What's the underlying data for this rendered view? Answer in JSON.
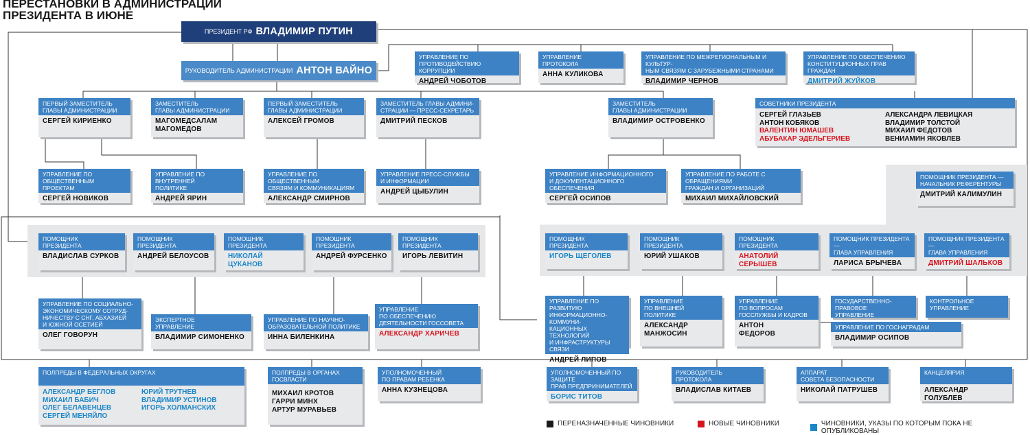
{
  "title": [
    "ПЕРЕСТАНОВКИ В АДМИНИСТРАЦИИ",
    "ПРЕЗИДЕНТА В ИЮНЕ"
  ],
  "colors": {
    "header": "#3d82c4",
    "president": "#1f3f7a",
    "head": "#4a8ac8",
    "black": "#1a1a1a",
    "red": "#d7141e",
    "blue": "#1b87c9"
  },
  "president": {
    "role": "ПРЕЗИДЕНТ РФ",
    "name": "ВЛАДИМИР ПУТИН"
  },
  "head": {
    "role": "РУКОВОДИТЕЛЬ АДМИНИСТРАЦИИ",
    "name": "АНТОН ВАЙНО"
  },
  "top_departments": [
    {
      "header": [
        "УПРАВЛЕНИЕ ПО ПРОТИВОДЕЙСТВИЮ",
        "КОРРУПЦИИ"
      ],
      "name": [
        "АНДРЕЙ ЧОБОТОВ"
      ]
    },
    {
      "header": [
        "УПРАВЛЕНИЕ",
        "ПРОТОКОЛА"
      ],
      "name": [
        "АННА КУЛИКОВА"
      ]
    },
    {
      "header": [
        "УПРАВЛЕНИЕ ПО МЕЖРЕГИОНАЛЬНЫМ И КУЛЬТУР-",
        "НЫМ СВЯЗЯМ С ЗАРУБЕЖНЫМИ СТРАНАМИ"
      ],
      "name": [
        "ВЛАДИМИР ЧЕРНОВ"
      ]
    },
    {
      "header": [
        "УПРАВЛЕНИЕ ПО ОБЕСПЕЧЕНИЮ",
        "КОНСТИТУЦИОННЫХ ПРАВ ГРАЖДАН"
      ],
      "name": [
        "ДМИТРИЙ ЖУЙКОВ"
      ],
      "status": "blue"
    }
  ],
  "deputies": [
    {
      "header": [
        "ПЕРВЫЙ ЗАМЕСТИТЕЛЬ",
        "ГЛАВЫ АДМИНИСТРАЦИИ"
      ],
      "name": [
        "СЕРГЕЙ КИРИЕНКО"
      ]
    },
    {
      "header": [
        "ЗАМЕСТИТЕЛЬ",
        "ГЛАВЫ АДМИНИСТРАЦИИ"
      ],
      "name": [
        "МАГОМЕДСАЛАМ",
        "МАГОМЕДОВ"
      ]
    },
    {
      "header": [
        "ПЕРВЫЙ ЗАМЕСТИТЕЛЬ",
        "ГЛАВЫ АДМИНИСТРАЦИИ"
      ],
      "name": [
        "АЛЕКСЕЙ ГРОМОВ"
      ]
    },
    {
      "header": [
        "ЗАМЕСТИТЕЛЬ ГЛАВЫ АДМИНИ-",
        "СТРАЦИИ — ПРЕСС-СЕКРЕТАРЬ"
      ],
      "name": [
        "ДМИТРИЙ ПЕСКОВ"
      ]
    },
    {
      "header": [
        "ЗАМЕСТИТЕЛЬ",
        "ГЛАВЫ АДМИНИСТРАЦИИ"
      ],
      "name": [
        "ВЛАДИМИР ОСТРОВЕНКО"
      ]
    }
  ],
  "advisors": {
    "header": "СОВЕТНИКИ ПРЕЗИДЕНТА",
    "left": [
      {
        "text": "СЕРГЕЙ ГЛАЗЬЕВ",
        "status": ""
      },
      {
        "text": "АНТОН КОБЯКОВ",
        "status": ""
      },
      {
        "text": "ВАЛЕНТИН ЮМАШЕВ",
        "status": "red"
      },
      {
        "text": "АБУБАКАР ЭДЕЛЬГЕРИЕВ",
        "status": "red"
      }
    ],
    "right": [
      {
        "text": "АЛЕКСАНДРА ЛЕВИЦКАЯ",
        "status": ""
      },
      {
        "text": "ВЛАДИМИР ТОЛСТОЙ",
        "status": ""
      },
      {
        "text": "МИХАИЛ ФЕДОТОВ",
        "status": ""
      },
      {
        "text": "ВЕНИАМИН ЯКОВЛЕВ",
        "status": ""
      }
    ]
  },
  "deputy_departments": [
    {
      "header": [
        "УПРАВЛЕНИЕ ПО ОБЩЕСТВЕННЫМ",
        "ПРОЕКТАМ"
      ],
      "name": [
        "СЕРГЕЙ НОВИКОВ"
      ]
    },
    {
      "header": [
        "УПРАВЛЕНИЕ ПО ВНУТРЕННЕЙ",
        "ПОЛИТИКЕ"
      ],
      "name": [
        "АНДРЕЙ ЯРИН"
      ]
    },
    {
      "header": [
        "УПРАВЛЕНИЕ ПО ОБЩЕСТВЕННЫМ",
        "СВЯЗЯМ И КОММУНИКАЦИЯМ"
      ],
      "name": [
        "АЛЕКСАНДР СМИРНОВ"
      ]
    },
    {
      "header": [
        "УПРАВЛЕНИЕ ПРЕСС-СЛУЖБЫ",
        "И ИНФОРМАЦИИ"
      ],
      "name": [
        "АНДРЕЙ ЦЫБУЛИН"
      ]
    },
    {
      "header": [
        "УПРАВЛЕНИЕ ИНФОРМАЦИОННОГО",
        "И ДОКУМЕНТАЦИОННОГО ОБЕСПЕЧЕНИЯ"
      ],
      "name": [
        "СЕРГЕЙ ОСИПОВ"
      ]
    },
    {
      "header": [
        "УПРАВЛЕНИЕ ПО РАБОТЕ С ОБРАЩЕНИЯМИ",
        "ГРАЖДАН И ОРГАНИЗАЦИЙ"
      ],
      "name": [
        "МИХАИЛ МИХАЙЛОВСКИЙ"
      ]
    }
  ],
  "referentura": {
    "header": [
      "ПОМОЩНИК ПРЕЗИДЕНТА —",
      "НАЧАЛЬНИК РЕФЕРЕНТУРЫ"
    ],
    "name": [
      "ДМИТРИЙ КАЛИМУЛИН"
    ]
  },
  "aides_left": [
    {
      "header": [
        "ПОМОЩНИК",
        "ПРЕЗИДЕНТА"
      ],
      "name": [
        "ВЛАДИСЛАВ СУРКОВ"
      ]
    },
    {
      "header": [
        "ПОМОЩНИК",
        "ПРЕЗИДЕНТА"
      ],
      "name": [
        "АНДРЕЙ БЕЛОУСОВ"
      ]
    },
    {
      "header": [
        "ПОМОЩНИК",
        "ПРЕЗИДЕНТА"
      ],
      "name": [
        "НИКОЛАЙ ЦУКАНОВ"
      ],
      "status": "blue"
    },
    {
      "header": [
        "ПОМОЩНИК",
        "ПРЕЗИДЕНТА"
      ],
      "name": [
        "АНДРЕЙ ФУРСЕНКО"
      ]
    },
    {
      "header": [
        "ПОМОЩНИК",
        "ПРЕЗИДЕНТА"
      ],
      "name": [
        "ИГОРЬ ЛЕВИТИН"
      ]
    }
  ],
  "aides_right": [
    {
      "header": [
        "ПОМОЩНИК",
        "ПРЕЗИДЕНТА"
      ],
      "name": [
        "ИГОРЬ ЩЕГОЛЕВ"
      ],
      "status": "blue"
    },
    {
      "header": [
        "ПОМОЩНИК",
        "ПРЕЗИДЕНТА"
      ],
      "name": [
        "ЮРИЙ УШАКОВ"
      ]
    },
    {
      "header": [
        "ПОМОЩНИК",
        "ПРЕЗИДЕНТА"
      ],
      "name": [
        "АНАТОЛИЙ СЕРЫШЕВ"
      ],
      "status": "red"
    },
    {
      "header": [
        "ПОМОЩНИК ПРЕЗИДЕНТА —",
        "ГЛАВА УПРАВЛЕНИЯ"
      ],
      "name": [
        "ЛАРИСА БРЫЧЕВА"
      ]
    },
    {
      "header": [
        "ПОМОЩНИК ПРЕЗИДЕНТА —",
        "ГЛАВА УПРАВЛЕНИЯ"
      ],
      "name": [
        "ДМИТРИЙ ШАЛЬКОВ"
      ],
      "status": "red"
    }
  ],
  "aide_departments": [
    {
      "header": [
        "УПРАВЛЕНИЕ ПО СОЦИАЛЬНО-",
        "ЭКОНОМИЧЕСКОМУ СОТРУД-",
        "НИЧЕСТВУ С СНГ, АБХАЗИЕЙ",
        "И ЮЖНОЙ ОСЕТИЕЙ"
      ],
      "name": [
        "ОЛЕГ ГОВОРУН"
      ]
    },
    {
      "header": [
        "ЭКСПЕРТНОЕ",
        "УПРАВЛЕНИЕ"
      ],
      "name": [
        "ВЛАДИМИР СИМОНЕНКО"
      ]
    },
    {
      "header": [
        "УПРАВЛЕНИЕ ПО НАУЧНО-",
        "ОБРАЗОВАТЕЛЬНОЙ ПОЛИТИКЕ"
      ],
      "name": [
        "ИННА БИЛЕНКИНА"
      ]
    },
    {
      "header": [
        "УПРАВЛЕНИЕ",
        "ПО ОБЕСПЕЧЕНИЮ",
        "ДЕЯТЕЛЬНОСТИ ГОССОВЕТА"
      ],
      "name": [
        "АЛЕКСАНДР ХАРИЧЕВ"
      ],
      "status": "red"
    },
    {
      "header": [
        "УПРАВЛЕНИЕ ПО РАЗВИТИЮ",
        "ИНФОРМАЦИОННО-КОММУНИ-",
        "КАЦИОННЫХ ТЕХНОЛОГИЙ",
        "И ИНФРАСТРУКТУРЫ СВЯЗИ"
      ],
      "name": [
        "АНДРЕЙ ЛИПОВ"
      ]
    },
    {
      "header": [
        "УПРАВЛЕНИЕ",
        "ПО ВНЕШНЕЙ",
        "ПОЛИТИКЕ"
      ],
      "name": [
        "АЛЕКСАНДР",
        "МАНЖОСИН"
      ]
    },
    {
      "header": [
        "УПРАВЛЕНИЕ",
        "ПО ВОПРОСАМ",
        "ГОССЛУЖБЫ И КАДРОВ"
      ],
      "name": [
        "АНТОН",
        "ФЕДОРОВ"
      ]
    },
    {
      "header": [
        "ГОСУДАРСТВЕННО-ПРАВОВОЕ",
        "УПРАВЛЕНИЕ"
      ],
      "name": []
    },
    {
      "header": [
        "КОНТРОЛЬНОЕ",
        "УПРАВЛЕНИЕ"
      ],
      "name": []
    },
    {
      "header": [
        "УПРАВЛЕНИЕ ПО ГОСНАГРАДАМ"
      ],
      "name": [
        "ВЛАДИМИР ОСИПОВ"
      ]
    }
  ],
  "envoys": {
    "header": "ПОЛПРЕДЫ В ФЕДЕРАЛЬНЫХ ОКРУГАХ",
    "left": [
      {
        "text": "АЛЕКСАНДР БЕГЛОВ",
        "status": "blue"
      },
      {
        "text": "МИХАИЛ БАБИЧ",
        "status": "blue"
      },
      {
        "text": "ОЛЕГ БЕЛАВЕНЦЕВ",
        "status": "blue"
      },
      {
        "text": "СЕРГЕЙ МЕНЯЙЛО",
        "status": "blue"
      }
    ],
    "right": [
      {
        "text": "ЮРИЙ ТРУТНЕВ",
        "status": "blue"
      },
      {
        "text": "ВЛАДИМИР УСТИНОВ",
        "status": "blue"
      },
      {
        "text": "ИГОРЬ ХОЛМАНСКИХ",
        "status": "blue"
      }
    ]
  },
  "bottom_boxes": [
    {
      "header": [
        "ПОЛПРЕДЫ В ОРГАНАХ",
        "ГОСВЛАСТИ"
      ],
      "name": [
        "МИХАИЛ КРОТОВ",
        "ГАРРИ МИНХ",
        "АРТУР МУРАВЬЕВ"
      ]
    },
    {
      "header": [
        "УПОЛНОМОЧЕННЫЙ",
        "ПО ПРАВАМ РЕБЕНКА"
      ],
      "name": [
        "АННА КУЗНЕЦОВА"
      ]
    },
    {
      "header": [
        "УПОЛНОМОЧЕННЫЙ ПО ЗАЩИТЕ",
        "ПРАВ ПРЕДПРИНИМАТЕЛЕЙ"
      ],
      "name": [
        "БОРИС ТИТОВ"
      ],
      "status": "blue"
    },
    {
      "header": [
        "РУКОВОДИТЕЛЬ",
        "ПРОТОКОЛА"
      ],
      "name": [
        "ВЛАДИСЛАВ КИТАЕВ"
      ]
    },
    {
      "header": [
        "АППАРАТ",
        "СОВЕТА БЕЗОПАСНОСТИ"
      ],
      "name": [
        "НИКОЛАЙ ПАТРУШЕВ"
      ]
    },
    {
      "header": [
        "КАНЦЕЛЯРИЯ"
      ],
      "name": [
        "АЛЕКСАНДР ГОЛУБЛЕВ"
      ]
    }
  ],
  "legend": [
    {
      "label": "ПЕРЕНАЗНАЧЕННЫЕ ЧИНОВНИКИ",
      "color": "#1a1a1a"
    },
    {
      "label": "НОВЫЕ ЧИНОВНИКИ",
      "color": "#d7141e"
    },
    {
      "label": "ЧИНОВНИКИ, УКАЗЫ ПО КОТОРЫМ ПОКА НЕ ОПУБЛИКОВАНЫ",
      "color": "#1b87c9"
    }
  ]
}
